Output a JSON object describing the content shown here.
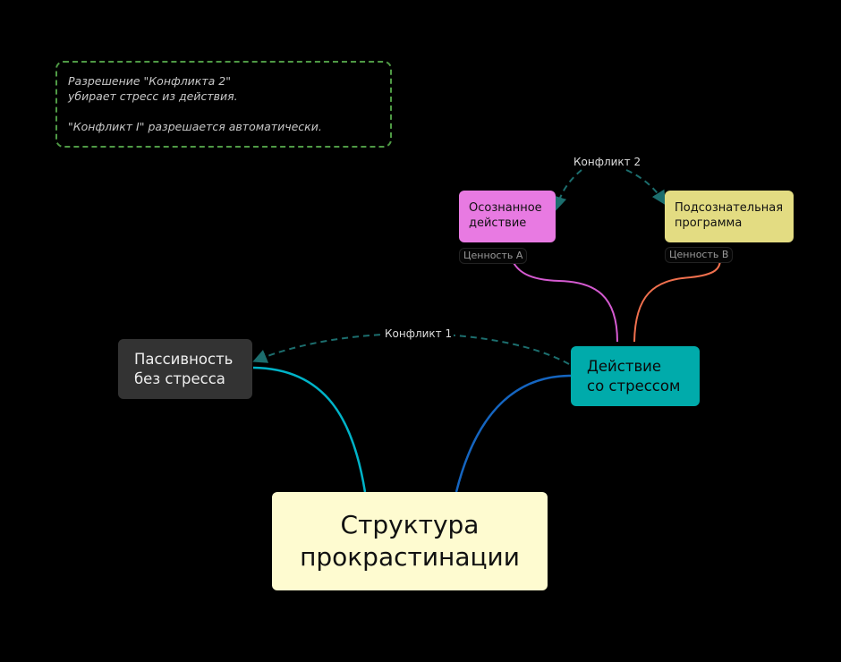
{
  "note": {
    "line1": "Разрешение \"Конфликта 2\"",
    "line2": "убирает стресс из действия.",
    "line3": "\"Конфликт I\" разрешается автоматически."
  },
  "nodes": {
    "root": {
      "line1": "Структура",
      "line2": "прокрастинации",
      "color": "#fefbd0"
    },
    "passivity": {
      "line1": "Пассивность",
      "line2": "без стресса",
      "color": "#333333"
    },
    "stress_action": {
      "line1": "Действие",
      "line2": "со стрессом",
      "color": "#00abab"
    },
    "aware_action": {
      "line1": "Осознанное",
      "line2": "действие",
      "color": "#e87ae2",
      "tag": "Ценность A"
    },
    "subconscious": {
      "line1": "Подсознательная",
      "line2": "программа",
      "color": "#e3dc82",
      "tag": "Ценность B"
    }
  },
  "relations": {
    "conflict1": "Конфликт 1",
    "conflict2": "Конфликт 2"
  }
}
